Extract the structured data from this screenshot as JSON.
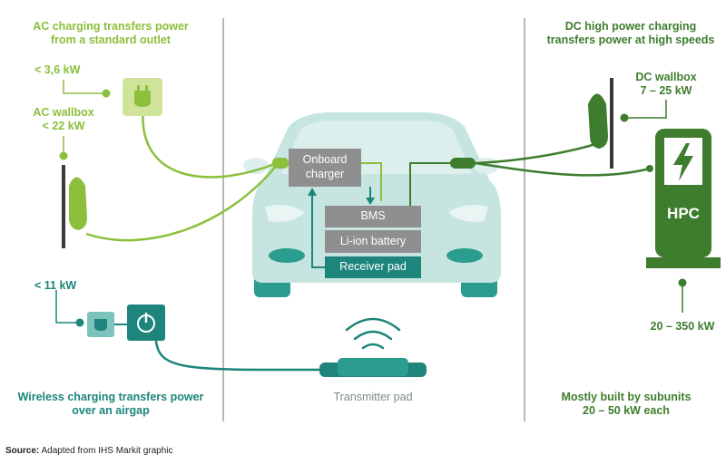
{
  "ac": {
    "heading_line1": "AC charging transfers power",
    "heading_line2": "from a standard outlet",
    "outlet_power": "< 3,6 kW",
    "wallbox_label": "AC wallbox",
    "wallbox_power": "< 22 kW"
  },
  "dc": {
    "heading_line1": "DC high power charging",
    "heading_line2": "transfers power at high speeds",
    "wallbox_label": "DC wallbox",
    "wallbox_power": "7 – 25 kW",
    "hpc_label": "HPC",
    "hpc_power": "20 – 350 kW",
    "footer_line1": "Mostly built by subunits",
    "footer_line2": "20 – 50 kW each"
  },
  "car": {
    "onboard_line1": "Onboard",
    "onboard_line2": "charger",
    "bms": "BMS",
    "battery": "Li-ion battery",
    "receiver": "Receiver pad"
  },
  "wireless": {
    "power": "< 11 kW",
    "heading_line1": "Wireless charging transfers power",
    "heading_line2": "over an airgap",
    "transmitter": "Transmitter pad"
  },
  "source": {
    "label": "Source:",
    "text": " Adapted from IHS Markit graphic"
  },
  "colors": {
    "ac": "#8cbf3c",
    "dc": "#3e7d2e",
    "wireless": "#1d857b",
    "car_body": "#c6e4e0",
    "box_grey": "#8f8f8f"
  }
}
